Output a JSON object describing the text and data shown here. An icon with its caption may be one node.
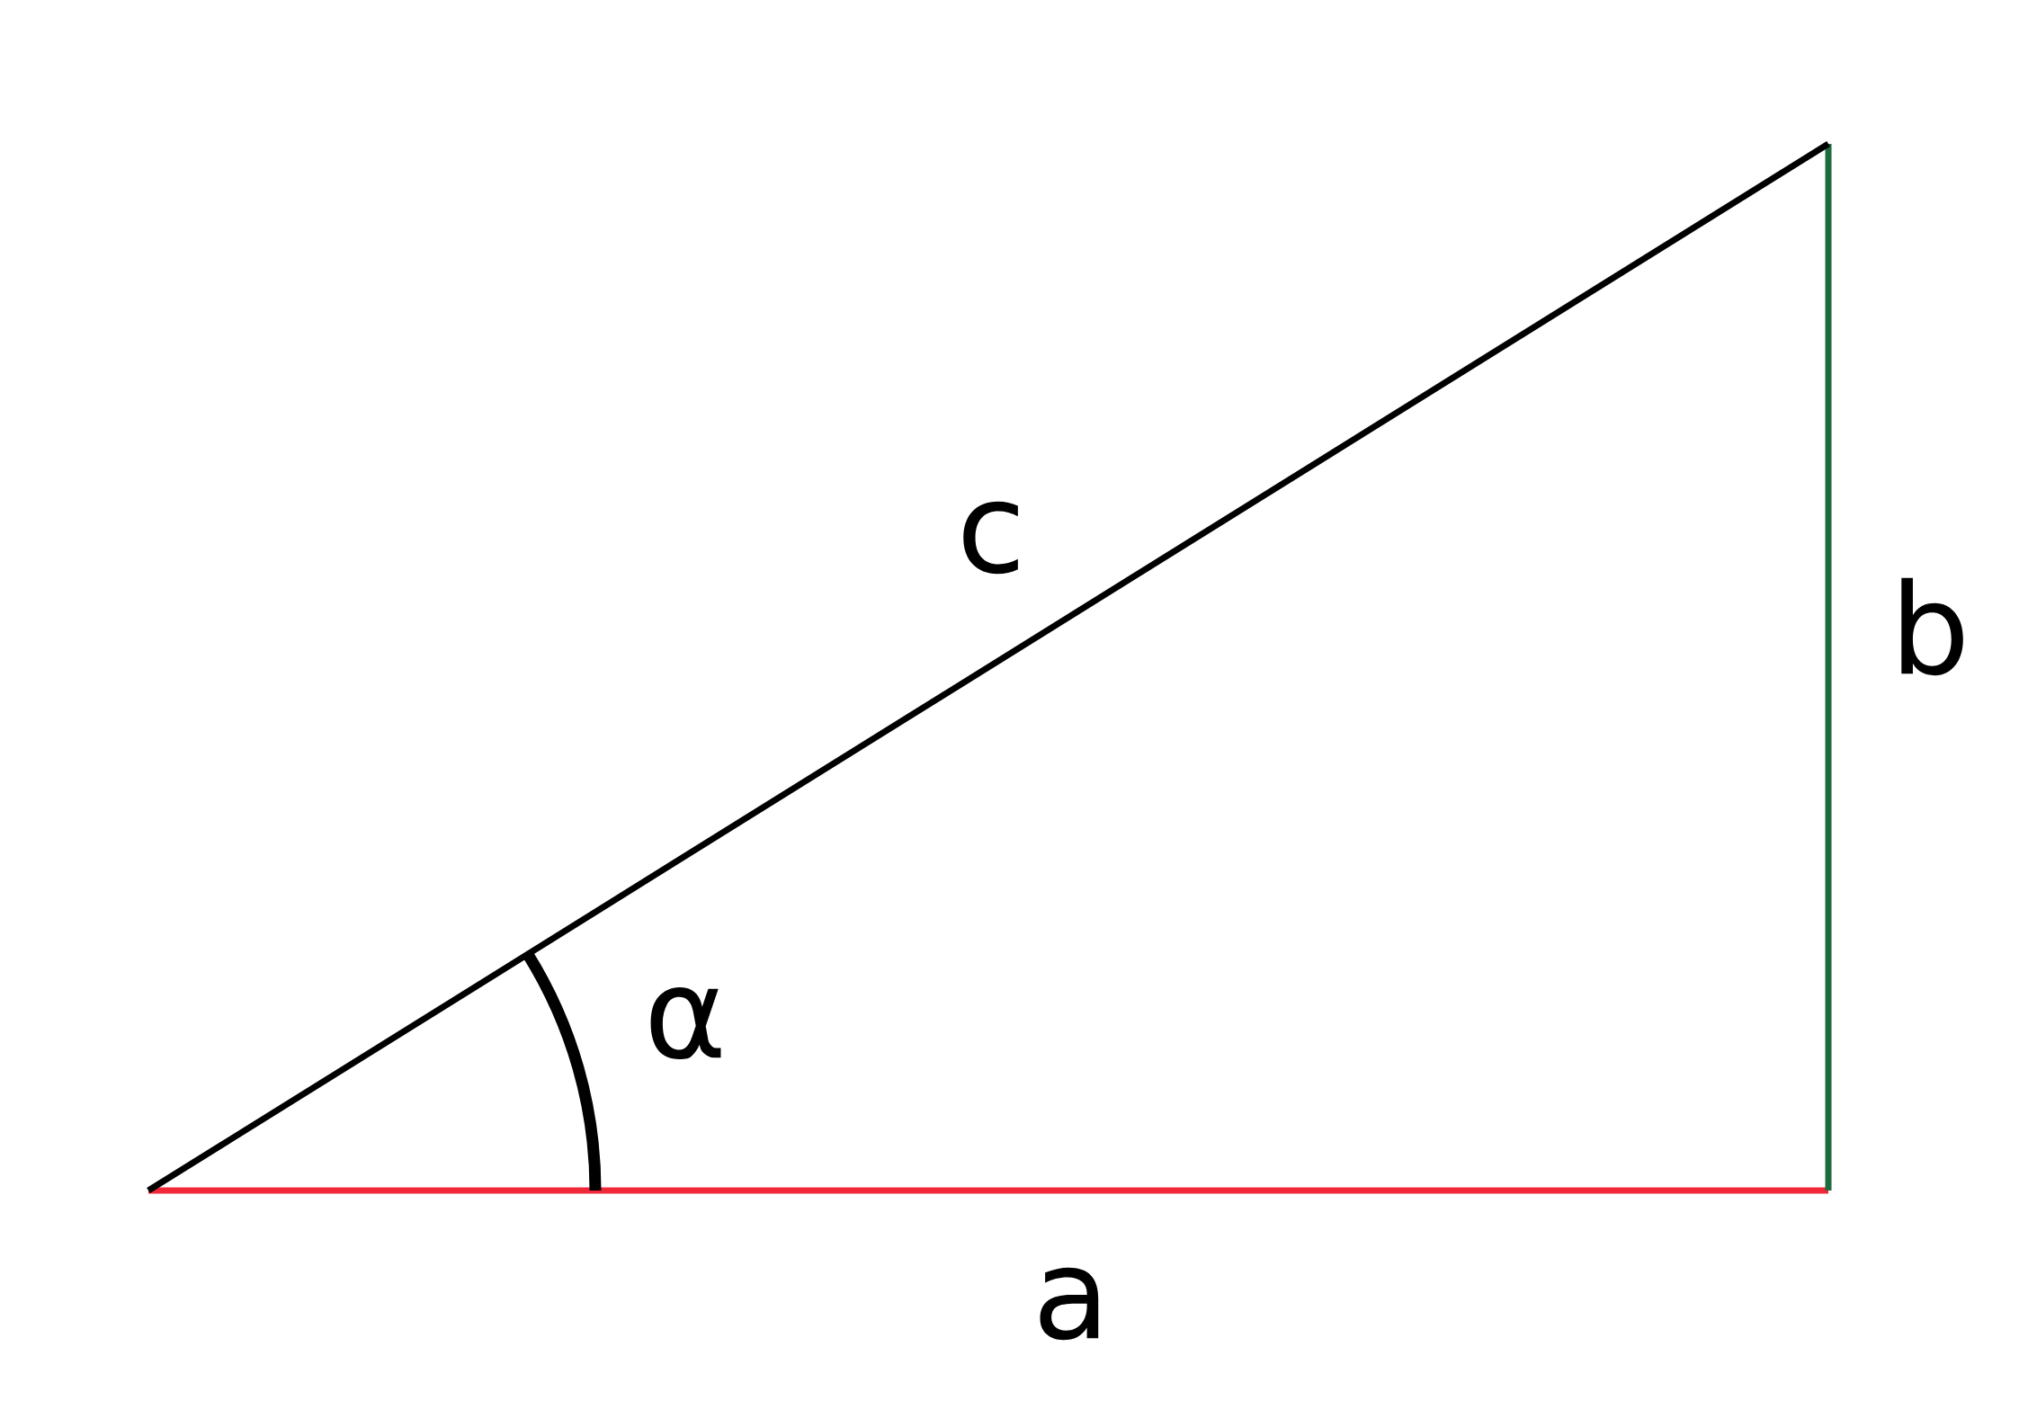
{
  "diagram": {
    "labels": [
      "c",
      "b",
      "α",
      "a"
    ]
  }
}
